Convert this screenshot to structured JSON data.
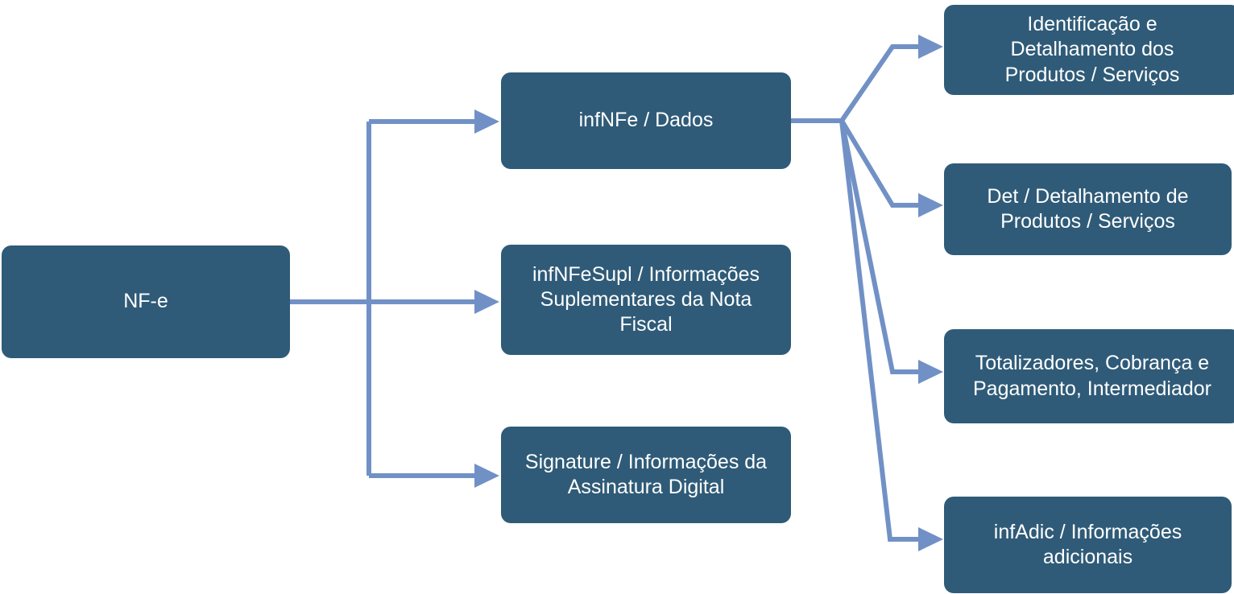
{
  "nodes": {
    "root": {
      "label": "NF-e"
    },
    "middle": [
      {
        "label": "infNFe / Dados"
      },
      {
        "label": "infNFeSupl / Informações\nSuplementares da Nota\nFiscal"
      },
      {
        "label": "Signature / Informações da\nAssinatura Digital"
      }
    ],
    "right": [
      {
        "label": "Identificação e\nDetalhamento dos\nProdutos / Serviços"
      },
      {
        "label": "Det / Detalhamento de\nProdutos / Serviços"
      },
      {
        "label": "Totalizadores, Cobrança e\nPagamento, Intermediador"
      },
      {
        "label": "infAdic / Informações\nadicionais"
      }
    ]
  },
  "edges": [
    {
      "from": "NF-e",
      "to": "infNFe / Dados"
    },
    {
      "from": "NF-e",
      "to": "infNFeSupl / Informações Suplementares da Nota Fiscal"
    },
    {
      "from": "NF-e",
      "to": "Signature / Informações da Assinatura Digital"
    },
    {
      "from": "infNFe / Dados",
      "to": "Identificação e Detalhamento dos Produtos / Serviços"
    },
    {
      "from": "infNFe / Dados",
      "to": "Det / Detalhamento de Produtos / Serviços"
    },
    {
      "from": "infNFe / Dados",
      "to": "Totalizadores, Cobrança e Pagamento, Intermediador"
    },
    {
      "from": "infNFe / Dados",
      "to": "infAdic / Informações adicionais"
    }
  ],
  "colors": {
    "box_fill": "#2F5B78",
    "arrow": "#7191C6",
    "text": "#FFFFFF",
    "background": "#FFFFFF"
  }
}
